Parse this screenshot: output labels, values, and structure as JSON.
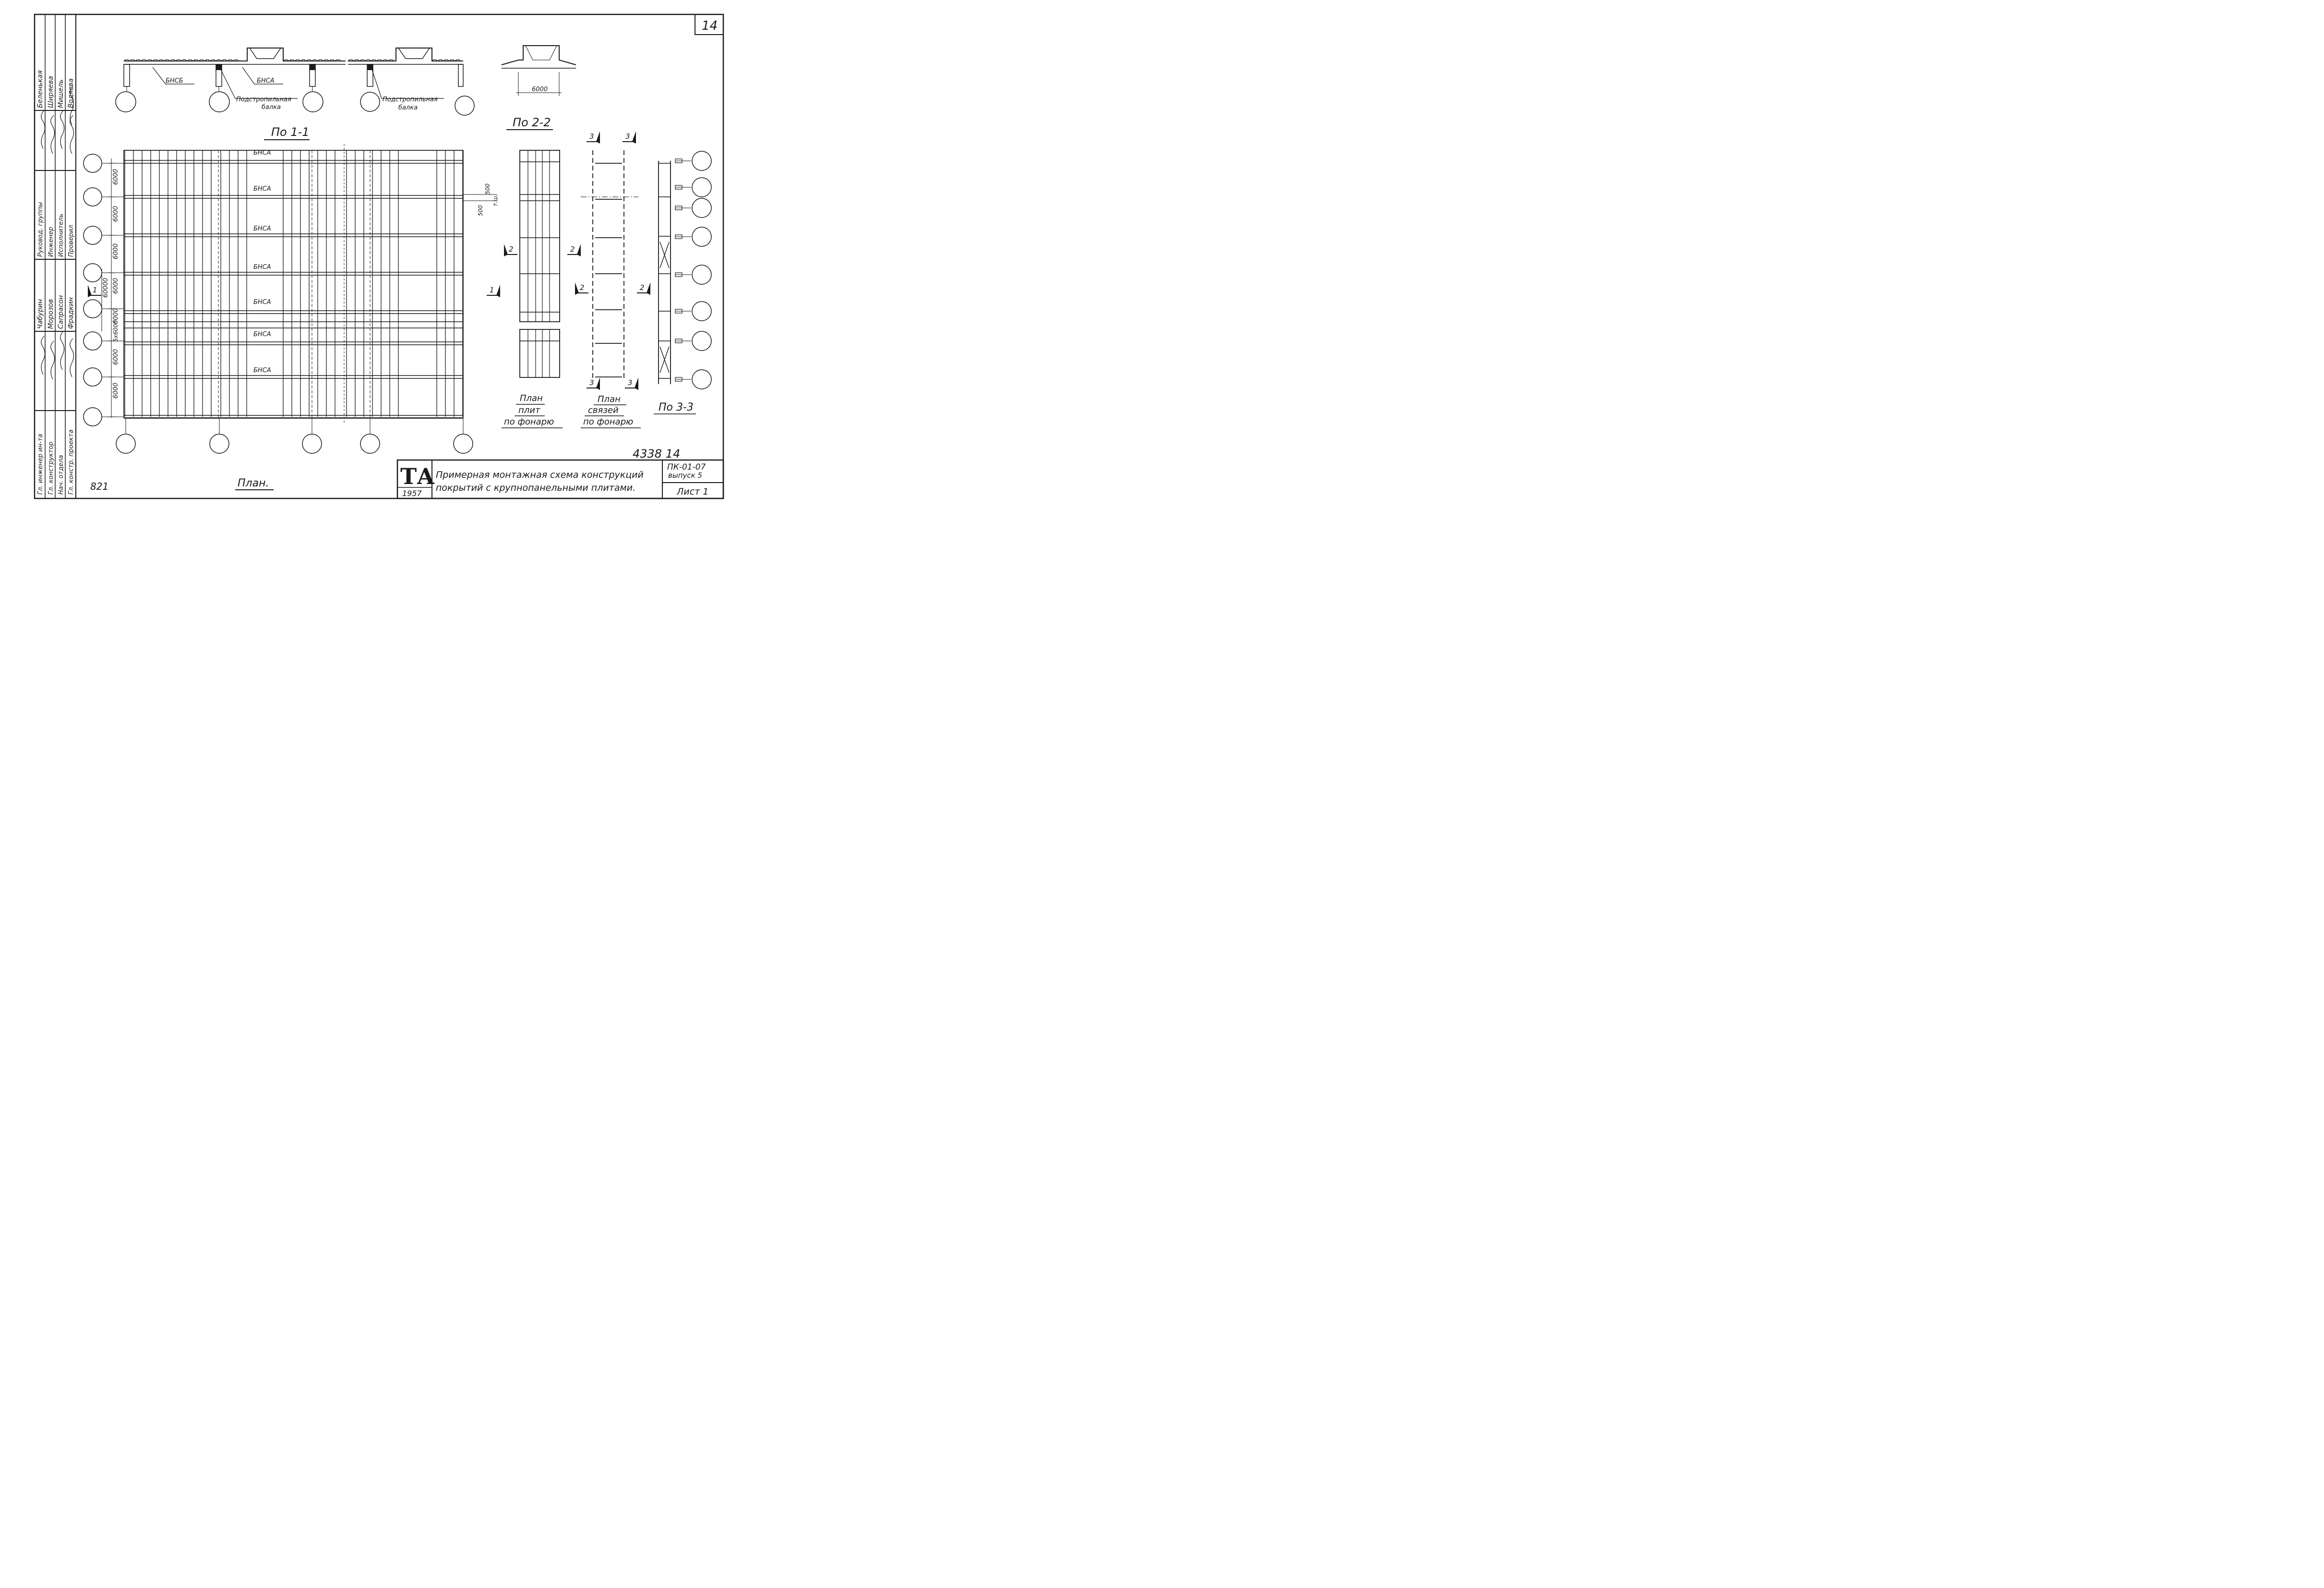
{
  "sheet": {
    "corner_number": "14",
    "plan_caption": "План.",
    "handwritten_left_number": "821",
    "archive_number": "4338  14"
  },
  "sections": {
    "s11": "По 1-1",
    "s22": "По 2-2",
    "s33": "По 3-3"
  },
  "section_labels": {
    "beam_bnsb": "БНСБ",
    "beam_bnsa": "БНСА",
    "subtruss_1": "Подстропильная",
    "subtruss_2": "балка",
    "width_6000": "6000"
  },
  "plan_labels": {
    "bnsa": [
      "БНСА",
      "БНСА",
      "БНСА",
      "БНСА",
      "БНСА",
      "БНСА",
      "БНСА"
    ],
    "spans": [
      "6000",
      "6000",
      "6000",
      "6000",
      "6000",
      "6000",
      "6000",
      "6000"
    ],
    "total_1": "60000",
    "total_2": "5x6000",
    "joint_dim_a": "500",
    "joint_dim_b": "500",
    "joint_note": "т.ш.",
    "cut_1": "1",
    "cut_2": "2",
    "cut_3": "3"
  },
  "captions": {
    "plates_1": "План",
    "plates_2": "плит",
    "plates_3": "по фонарю",
    "ties_1": "План",
    "ties_2": "связей",
    "ties_3": "по фонарю"
  },
  "title_block": {
    "logo": "ТА",
    "year": "1957",
    "title_line1": "Примерная монтажная схема конструкций",
    "title_line2": "покрытий с крупнопанельными плитами.",
    "code_line1": "ПК-01-07",
    "code_line2": "выпуск 5",
    "sheet_label": "Лист 1"
  },
  "left_stamp": {
    "roles": [
      "Гл. инженер ин-та",
      "Гл. конструктор",
      "Нач. отдела",
      "Гл. констр. проекта"
    ],
    "names_a": [
      "Чабурин",
      "Морозов",
      "Сапрасон",
      "Фрадкин"
    ],
    "roles_b": [
      "Руковод. группы",
      "Инженер",
      "Исполнитель",
      "Проверил"
    ],
    "names_b": [
      "Беленькая",
      "Ширяева",
      "Мишель",
      "Водяева"
    ]
  }
}
